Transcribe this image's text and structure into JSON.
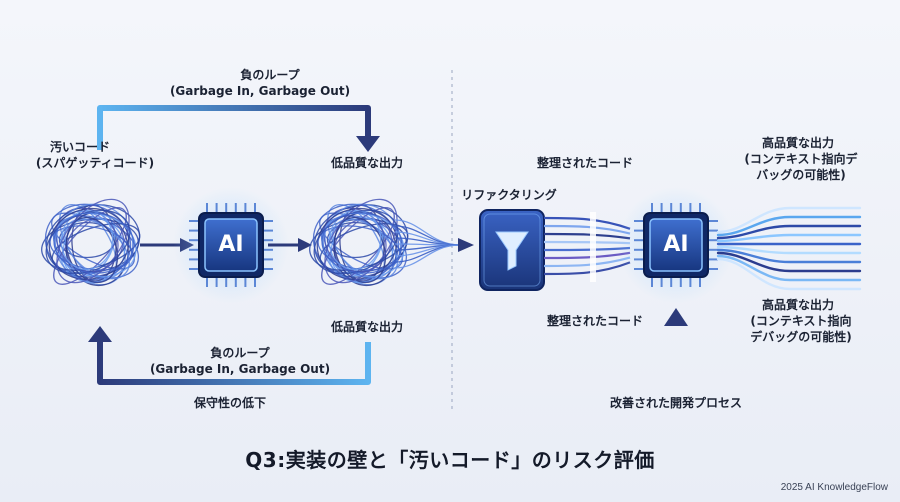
{
  "left": {
    "top_loop_title": "負のループ",
    "top_loop_sub": "(Garbage In, Garbage Out)",
    "input_label_1": "汚いコード",
    "input_label_2": "(スパゲッティコード)",
    "chip_label": "AI",
    "output_top_label": "低品質な出力",
    "output_bottom_label": "低品質な出力",
    "bottom_loop_title": "負のループ",
    "bottom_loop_sub": "(Garbage In, Garbage Out)",
    "maintainability_label": "保守性の低下"
  },
  "right": {
    "refactor_label": "リファクタリング",
    "clean_code_top": "整理されたコード",
    "clean_code_bottom": "整理されたコード",
    "chip_label": "AI",
    "output_top_1": "高品質な出力",
    "output_top_2": "(コンテキスト指向デ",
    "output_top_3": "バッグの可能性)",
    "output_bottom_1": "高品質な出力",
    "output_bottom_2": "(コンテキスト指向",
    "output_bottom_3": "デバッグの可能性)",
    "process_label": "改善された開発プロセス"
  },
  "title": "Q3:実装の壁と「汚いコード」のリスク評価",
  "footer": "2025 AI KnowledgeFlow",
  "colors": {
    "loop_dark": "#2c3a7a",
    "loop_light": "#4a9be0",
    "chip_dark": "#1f3f8c",
    "chip_glow": "#6fb6ff",
    "tangle": "#3f63c9"
  }
}
